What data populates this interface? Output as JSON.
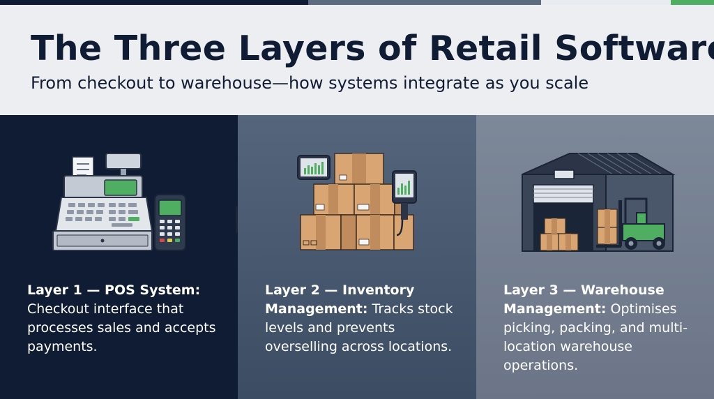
{
  "title": "The Three Layers of Retail Software",
  "subtitle": "From checkout to warehouse—how systems integrate as you scale",
  "colors": {
    "navy": "#0f1c33",
    "slate": "#4a5a70",
    "gray": "#757f90",
    "accent_green": "#4fae62",
    "box_tan": "#dba878"
  },
  "layers": [
    {
      "icon": "cash-register-icon",
      "heading": "Layer 1 — POS System:",
      "text": "Checkout interface that processes sales and accepts payments."
    },
    {
      "icon": "inventory-boxes-icon",
      "heading": "Layer 2 — Inventory Management:",
      "text": "Tracks stock levels and prevents overselling across locations."
    },
    {
      "icon": "warehouse-forklift-icon",
      "heading": "Layer 3 — Warehouse Management:",
      "text": "Optimises picking, packing, and multi-location warehouse operations."
    }
  ]
}
